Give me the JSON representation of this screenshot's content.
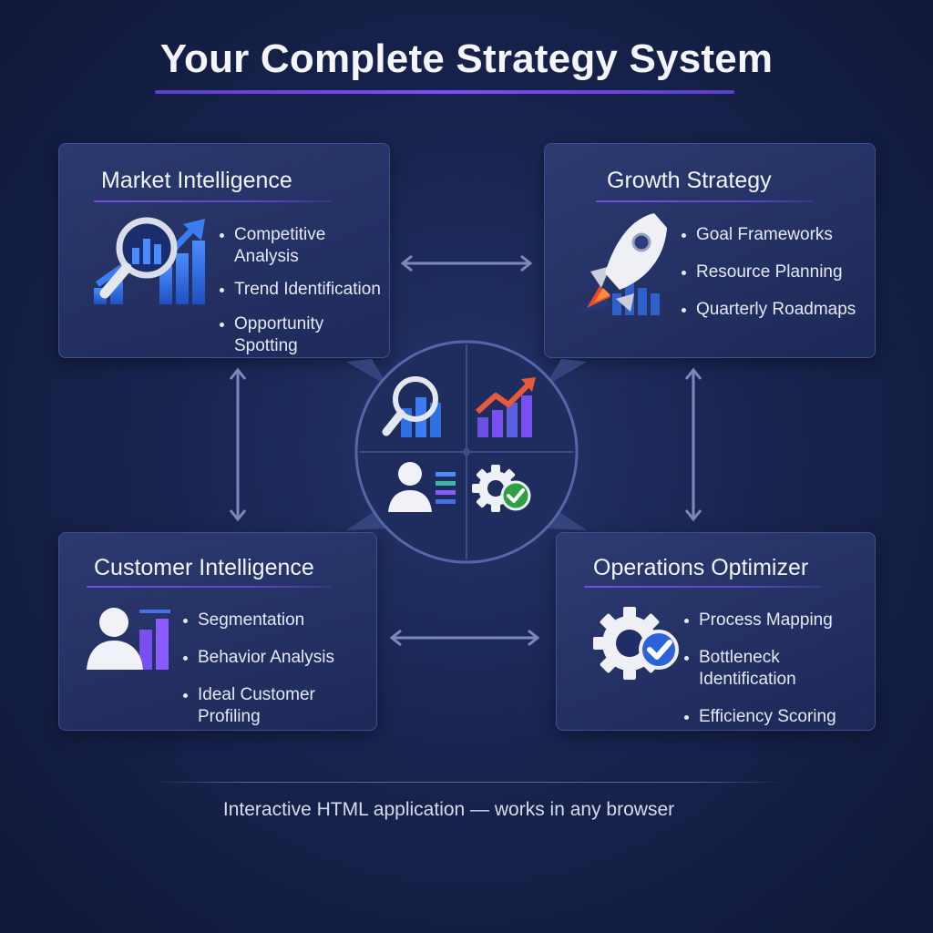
{
  "title": "Your Complete Strategy System",
  "modules": {
    "market": {
      "title": "Market Intelligence",
      "items": [
        "Competitive Analysis",
        "Trend Identification",
        "Opportunity Spotting"
      ]
    },
    "growth": {
      "title": "Growth Strategy",
      "items": [
        "Goal Frameworks",
        "Resource Planning",
        "Quarterly Roadmaps"
      ]
    },
    "customer": {
      "title": "Customer Intelligence",
      "items": [
        "Segmentation",
        "Behavior Analysis",
        "Ideal Customer Profiling"
      ]
    },
    "operations": {
      "title": "Operations Optimizer",
      "items": [
        "Process Mapping",
        "Bottleneck Identification",
        "Efficiency Scoring"
      ]
    }
  },
  "icons": {
    "market": "magnifier-chart-icon",
    "growth": "rocket-icon",
    "customer": "user-bars-icon",
    "operations": "gear-check-icon"
  },
  "colors": {
    "background": "#18244f",
    "card": "#2a3872",
    "accent_purple": "#7c4dff",
    "accent_blue": "#2f6fe0",
    "check_green": "#2ea043"
  },
  "footer": "Interactive HTML application — works in any browser"
}
